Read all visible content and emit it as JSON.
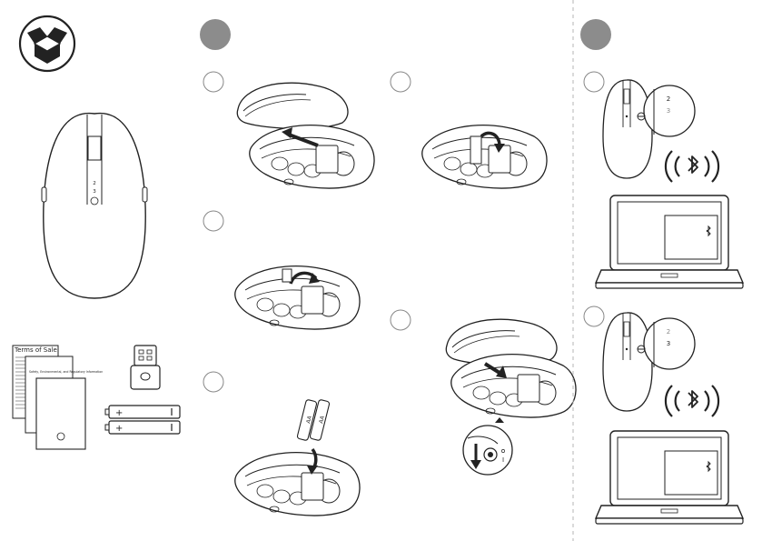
{
  "box_contents": {
    "mouse_buttons": [
      "2",
      "3",
      ""
    ],
    "documents": {
      "terms_title": "Terms of Sale",
      "safety_title": "Safety, Environmental, and Regulatory Information"
    },
    "battery_label": "AA"
  },
  "section_2": {
    "steps": [
      "",
      "",
      "",
      "",
      ""
    ],
    "switch_label": "I"
  },
  "section_3": {
    "steps": [
      "",
      ""
    ],
    "mouse_buttons": [
      "2",
      "3",
      ""
    ]
  },
  "colors": {
    "line": "#222222",
    "step_badge": "#8c8c8c",
    "divider": "#b5b5b5"
  }
}
